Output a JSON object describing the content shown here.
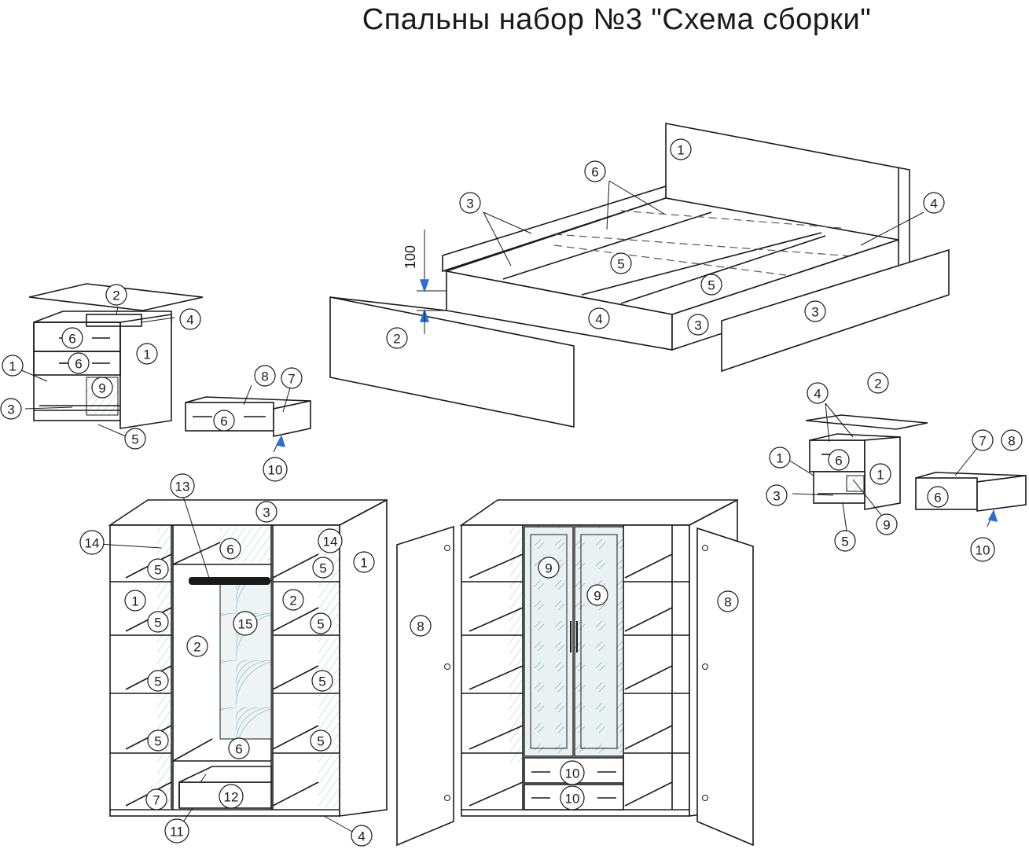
{
  "title": "Спальны набор №3  \"Схема сборки\"",
  "dimension_label": "100",
  "colors": {
    "line": "#1a1a1a",
    "arrow": "#2a6fd6",
    "mirror": "#e9f1f2"
  },
  "callouts": {
    "bed": [
      {
        "id": "bed-1",
        "label": "1"
      },
      {
        "id": "bed-6",
        "label": "6"
      },
      {
        "id": "bed-4",
        "label": "4"
      },
      {
        "id": "bed-3a",
        "label": "3"
      },
      {
        "id": "bed-5a",
        "label": "5"
      },
      {
        "id": "bed-5b",
        "label": "5"
      },
      {
        "id": "bed-2",
        "label": "2"
      },
      {
        "id": "bed-4b",
        "label": "4"
      },
      {
        "id": "bed-3b",
        "label": "3"
      },
      {
        "id": "bed-3c",
        "label": "3"
      }
    ],
    "chest": [
      {
        "id": "ch-2",
        "label": "2"
      },
      {
        "id": "ch-4",
        "label": "4"
      },
      {
        "id": "ch-6a",
        "label": "6"
      },
      {
        "id": "ch-6b",
        "label": "6"
      },
      {
        "id": "ch-1a",
        "label": "1"
      },
      {
        "id": "ch-1b",
        "label": "1"
      },
      {
        "id": "ch-9",
        "label": "9"
      },
      {
        "id": "ch-3",
        "label": "3"
      },
      {
        "id": "ch-5",
        "label": "5"
      },
      {
        "id": "ch-8",
        "label": "8"
      },
      {
        "id": "ch-7",
        "label": "7"
      },
      {
        "id": "ch-6c",
        "label": "6"
      },
      {
        "id": "ch-10",
        "label": "10"
      }
    ],
    "nightstand": [
      {
        "id": "ns-4",
        "label": "4"
      },
      {
        "id": "ns-2",
        "label": "2"
      },
      {
        "id": "ns-6",
        "label": "6"
      },
      {
        "id": "ns-1a",
        "label": "1"
      },
      {
        "id": "ns-1b",
        "label": "1"
      },
      {
        "id": "ns-3",
        "label": "3"
      },
      {
        "id": "ns-9",
        "label": "9"
      },
      {
        "id": "ns-5",
        "label": "5"
      },
      {
        "id": "ns-7",
        "label": "7"
      },
      {
        "id": "ns-8",
        "label": "8"
      },
      {
        "id": "ns-6b",
        "label": "6"
      },
      {
        "id": "ns-10",
        "label": "10"
      }
    ],
    "wardrobe_open": [
      {
        "id": "wo-13",
        "label": "13"
      },
      {
        "id": "wo-3",
        "label": "3"
      },
      {
        "id": "wo-14a",
        "label": "14"
      },
      {
        "id": "wo-14b",
        "label": "14"
      },
      {
        "id": "wo-6a",
        "label": "6"
      },
      {
        "id": "wo-1",
        "label": "1"
      },
      {
        "id": "wo-5a",
        "label": "5"
      },
      {
        "id": "wo-5b",
        "label": "5"
      },
      {
        "id": "wo-1b",
        "label": "1"
      },
      {
        "id": "wo-2a",
        "label": "2"
      },
      {
        "id": "wo-15",
        "label": "15"
      },
      {
        "id": "wo-5c",
        "label": "5"
      },
      {
        "id": "wo-5d",
        "label": "5"
      },
      {
        "id": "wo-2b",
        "label": "2"
      },
      {
        "id": "wo-5e",
        "label": "5"
      },
      {
        "id": "wo-5f",
        "label": "5"
      },
      {
        "id": "wo-5g",
        "label": "5"
      },
      {
        "id": "wo-5h",
        "label": "5"
      },
      {
        "id": "wo-6b",
        "label": "6"
      },
      {
        "id": "wo-7",
        "label": "7"
      },
      {
        "id": "wo-12",
        "label": "12"
      },
      {
        "id": "wo-11",
        "label": "11"
      },
      {
        "id": "wo-4",
        "label": "4"
      },
      {
        "id": "wo-8",
        "label": "8"
      }
    ],
    "wardrobe_doors": [
      {
        "id": "wd-9a",
        "label": "9"
      },
      {
        "id": "wd-9b",
        "label": "9"
      },
      {
        "id": "wd-8",
        "label": "8"
      },
      {
        "id": "wd-10a",
        "label": "10"
      },
      {
        "id": "wd-10b",
        "label": "10"
      }
    ]
  }
}
